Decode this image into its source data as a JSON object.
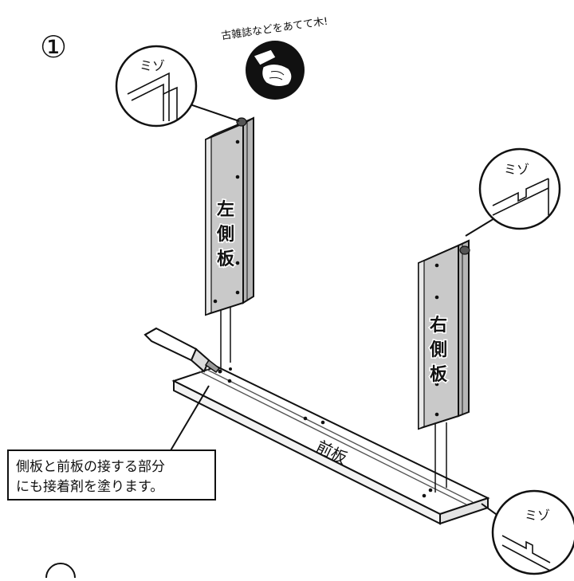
{
  "step_number": "①",
  "callouts": {
    "groove_label": "ミゾ",
    "hammer_tip": "古雑誌などをあてて木!",
    "glue_note_line1": "側板と前板の接する部分",
    "glue_note_line2": "にも接着剤を塗ります。"
  },
  "parts": {
    "left_side": [
      "左",
      "側",
      "板"
    ],
    "right_side": [
      "右",
      "側",
      "板"
    ],
    "front_board": "前板"
  },
  "colors": {
    "panel_fill": "#c9c9c9",
    "panel_edge": "#e6e6e6",
    "ink": "#111111"
  }
}
